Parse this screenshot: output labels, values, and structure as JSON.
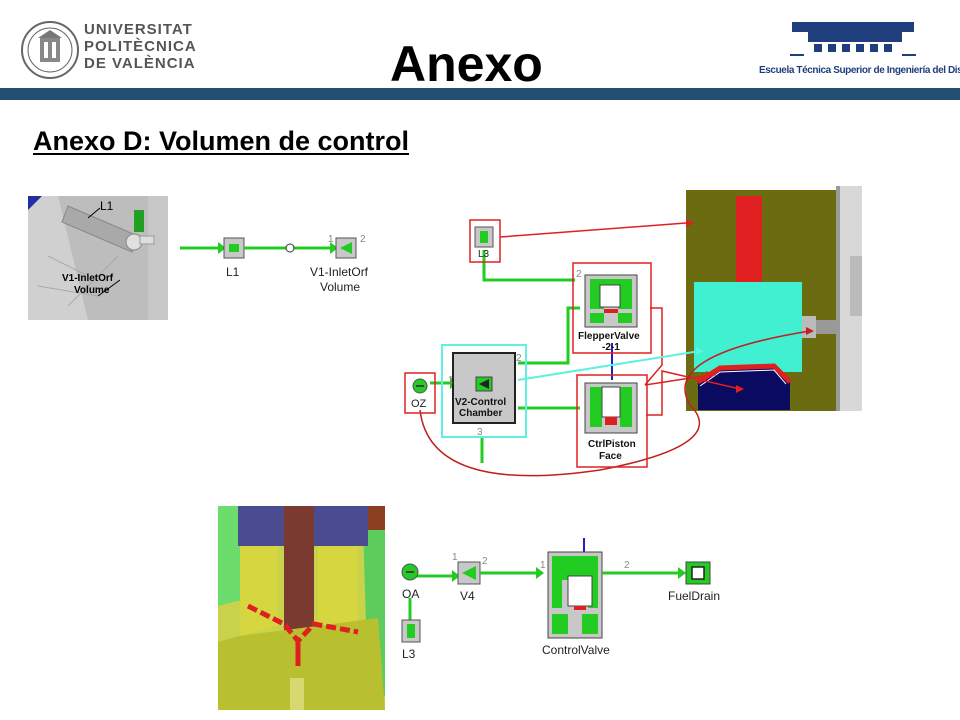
{
  "header": {
    "university_lines": [
      "UNIVERSITAT",
      "POLITÈCNICA",
      "DE VALÈNCIA"
    ],
    "title": "Anexo",
    "school_name": "Escuela Técnica Superior de Ingeniería del Diseño"
  },
  "section": {
    "heading": "Anexo D: Volumen de control"
  },
  "panel1": {
    "cad_labels": {
      "l1": "L1",
      "inlet_line1": "V1-InletOrf",
      "inlet_line2": "Volume"
    },
    "diagram": {
      "comp1_label": "L1",
      "comp2_label_line1": "V1-InletOrf",
      "comp2_label_line2": "Volume",
      "port1": "1",
      "port2": "2"
    }
  },
  "panel2": {
    "l3": "L3",
    "oz": "OZ",
    "flapper_line1": "FlepperValve",
    "flapper_line2": "-2-1",
    "chamber_line1": "V2-Control",
    "chamber_line2": "Chamber",
    "piston_line1": "CtrlPiston",
    "piston_line2": "Face",
    "port_2a": "2",
    "port_2b": "2",
    "port_1": "1",
    "port_3": "3"
  },
  "panel3": {
    "oa": "OA",
    "v4": "V4",
    "l3": "L3",
    "control_valve": "ControlValve",
    "fuel_drain": "FuelDrain",
    "port_1a": "1",
    "port_2a": "2",
    "port_1b": "1",
    "port_2b": "2"
  },
  "colors": {
    "header_bar": "#244f73",
    "line_green": "#22cc22",
    "component_gray": "#c8c8c8",
    "highlight_red": "#e02020",
    "highlight_cyan": "#60f0e0",
    "cad_olive": "#6b6b12",
    "cad_cyan": "#40f0d0",
    "cad_navy": "#0a0a60"
  }
}
